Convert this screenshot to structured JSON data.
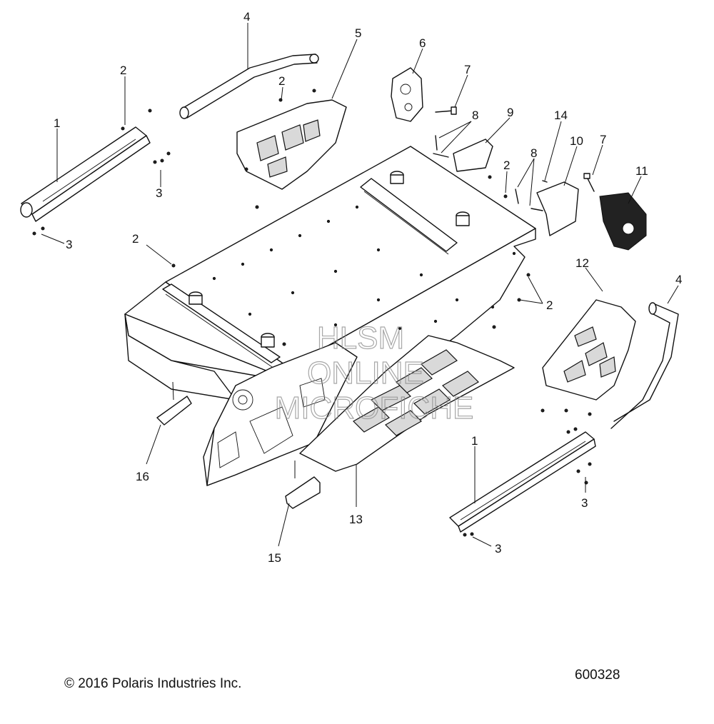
{
  "copyright": "© 2016 Polaris Industries Inc.",
  "figure_number": "600328",
  "watermark": {
    "line1": "HLSM",
    "line2": "ONLINE",
    "line3": "MICROFICHE"
  },
  "callouts": {
    "c1a": "1",
    "c1b": "1",
    "c2a": "2",
    "c2b": "2",
    "c2c": "2",
    "c2d": "2",
    "c2e": "2",
    "c3a": "3",
    "c3b": "3",
    "c3c": "3",
    "c3d": "3",
    "c4a": "4",
    "c4b": "4",
    "c5": "5",
    "c6": "6",
    "c7a": "7",
    "c7b": "7",
    "c8a": "8",
    "c8b": "8",
    "c9": "9",
    "c10": "10",
    "c11": "11",
    "c12": "12",
    "c13": "13",
    "c14": "14",
    "c15": "15",
    "c16": "16"
  }
}
